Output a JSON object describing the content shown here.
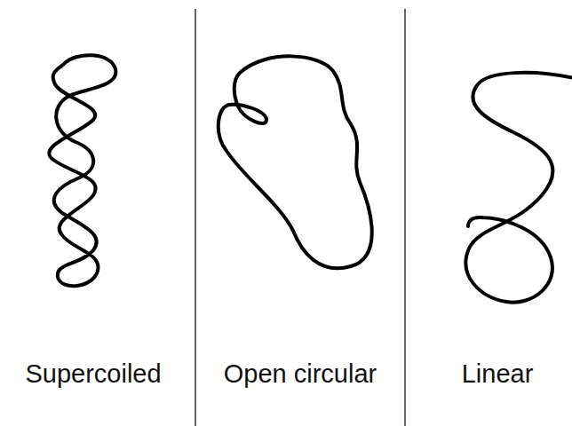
{
  "diagram": {
    "labels": [
      "Supercoiled",
      "Open circular",
      "Linear"
    ]
  }
}
